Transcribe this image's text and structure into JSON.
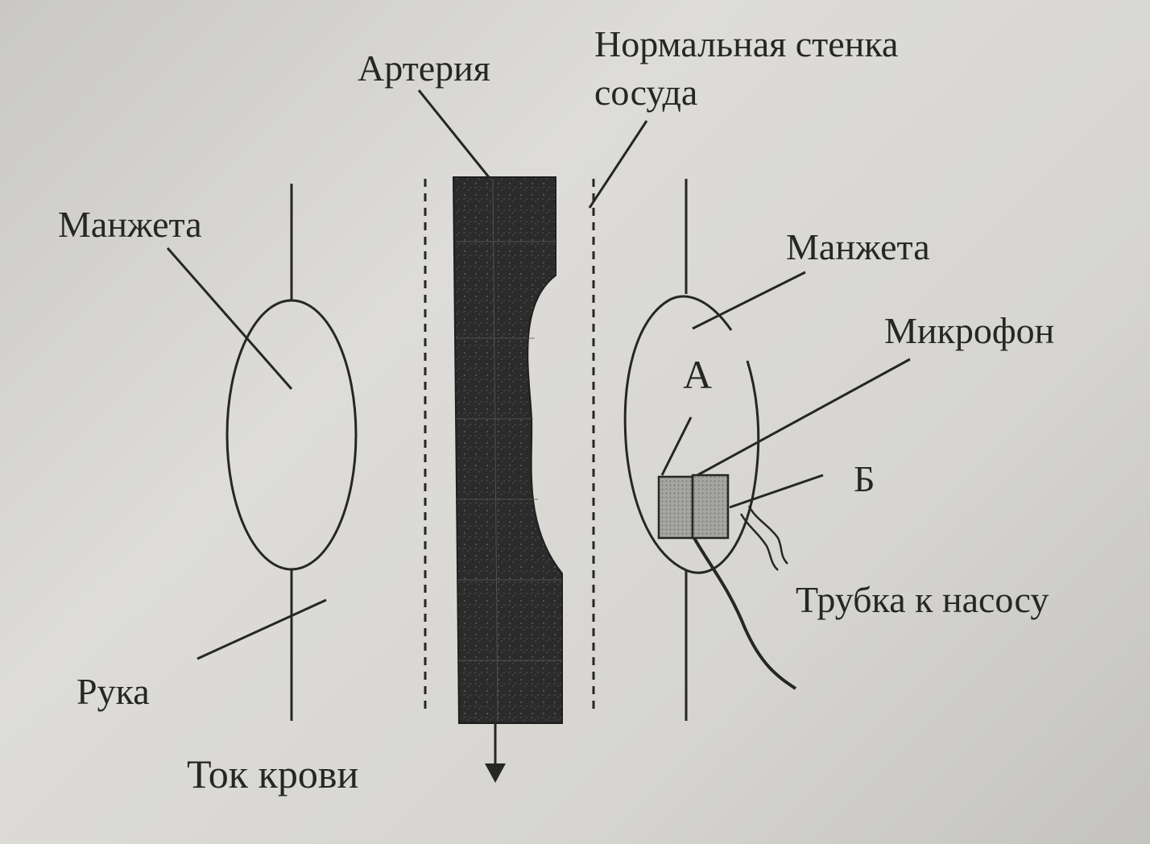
{
  "labels": {
    "artery": "Артерия",
    "normal_wall_line1": "Нормальная стенка",
    "normal_wall_line2": "сосуда",
    "cuff_left": "Манжета",
    "arm": "Рука",
    "blood_flow": "Ток крови",
    "cuff_right": "Манжета",
    "marker_a": "А",
    "microphone": "Микрофон",
    "marker_b": "Б",
    "tube_to_pump": "Трубка к насосу"
  },
  "colors": {
    "ink": "#262626",
    "artery_fill": "#2b2b2b",
    "microphone_fill": "#9a9a96",
    "paper": "#d6d5d1"
  }
}
